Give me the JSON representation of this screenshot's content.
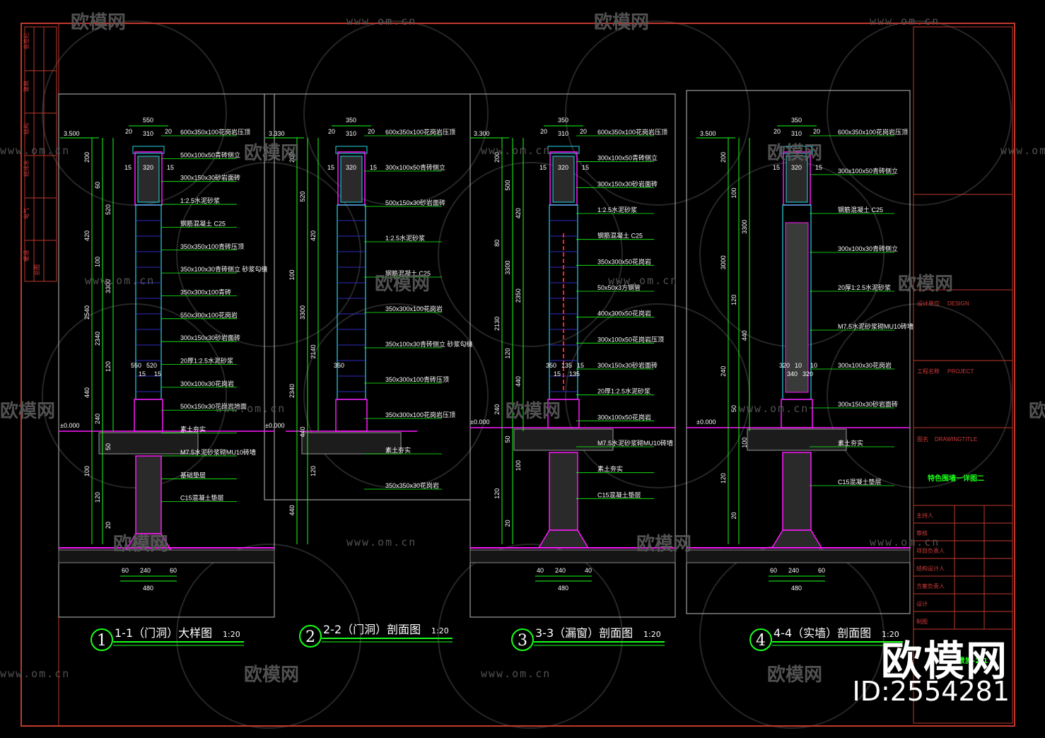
{
  "watermark": {
    "brand": "欧模网",
    "url": "www.om.cn",
    "id_label": "ID:2554281"
  },
  "colors": {
    "background": "#000000",
    "frame": "#c0392b",
    "white_line": "#ffffff",
    "green": "#19ff19",
    "cyan": "#29d6e6",
    "magenta": "#ff19ff",
    "blue": "#3a3aff",
    "red": "#ff2020"
  },
  "sections": [
    {
      "number": "1",
      "title": "1-1（门洞）大样图",
      "scale": "1:20",
      "elev_top": "3.500",
      "elev_ground": "±0.000",
      "top_dims": [
        "550",
        "20",
        "310",
        "20",
        "15",
        "320",
        "15"
      ],
      "vert_dims": [
        "200",
        "60",
        "520",
        "420",
        "100",
        "3300",
        "2540",
        "2340",
        "120",
        "440",
        "240",
        "50",
        "100",
        "120",
        "20"
      ],
      "mid_dims": [
        "550",
        "15",
        "520",
        "15"
      ],
      "bottom_dims": [
        "60",
        "240",
        "60",
        "480"
      ],
      "notes": [
        "600x350x100花岗岩压顶",
        "500x100x50青砖侧立",
        "300x150x30砂岩面砖",
        "1:2.5水泥砂浆",
        "钢筋混凝土 C25",
        "350x350x100青砖压顶",
        "350x100x30青砖侧立 砂浆勾缝",
        "350x300x100青砖",
        "550x300x100花岗岩",
        "300x150x30砂岩面砖",
        "20厚1:2.5水泥砂浆",
        "300x100x30花岗岩",
        "500x150x30花岗岩地面",
        "素土夯实",
        "M7.5水泥砂浆砌MU10砖墙",
        "基础垫层",
        "C15混凝土垫层"
      ]
    },
    {
      "number": "2",
      "title": "2-2（门洞）剖面图",
      "scale": "1:20",
      "elev_top": "3.330",
      "elev_ground": "±0.000",
      "top_dims": [
        "350",
        "20",
        "310",
        "20",
        "15",
        "320",
        "15"
      ],
      "vert_dims": [
        "200",
        "520",
        "420",
        "100",
        "3300",
        "2140",
        "2340",
        "440",
        "120",
        "440"
      ],
      "mid_dims": [
        "350"
      ],
      "bottom_dims": [],
      "notes": [
        "600x350x100花岗岩压顶",
        "300x100x50青砖侧立",
        "500x150x30砂岩面砖",
        "1:2.5水泥砂浆",
        "钢筋混凝土 C25",
        "350x300x100花岗岩",
        "350x100x30青砖侧立 砂浆勾缝",
        "350x300x100青砖压顶",
        "350x300x100花岗岩压顶",
        "素土夯实",
        "350x350x30花岗岩"
      ]
    },
    {
      "number": "3",
      "title": "3-3（漏窗）剖面图",
      "scale": "1:20",
      "elev_top": "3.300",
      "elev_ground": "±0.000",
      "top_dims": [
        "350",
        "20",
        "310",
        "20",
        "15",
        "320",
        "15"
      ],
      "vert_dims": [
        "200",
        "500",
        "420",
        "80",
        "3300",
        "2350",
        "2130",
        "120",
        "440",
        "240",
        "50",
        "100",
        "120",
        "20"
      ],
      "mid_dims": [
        "350",
        "15",
        "135",
        "135",
        "15"
      ],
      "bottom_dims": [
        "40",
        "240",
        "40",
        "480"
      ],
      "notes": [
        "600x350x100花岗岩压顶",
        "300x100x50青砖侧立",
        "300x150x30砂岩面砖",
        "1:2.5水泥砂浆",
        "钢筋混凝土 C25",
        "350x300x50花岗岩",
        "50x50x3方钢管",
        "400x300x50花岗岩",
        "300x100x50花岗岩压顶",
        "300x150x30砂岩面砖",
        "20厚1:2.5水泥砂浆",
        "300x100x50花岗岩",
        "M7.5水泥砂浆砌MU10砖墙",
        "素土夯实",
        "C15混凝土垫层"
      ]
    },
    {
      "number": "4",
      "title": "4-4（实墙）剖面图",
      "scale": "1:20",
      "elev_top": "3.500",
      "elev_ground": "±0.000",
      "top_dims": [
        "350",
        "20",
        "310",
        "20",
        "15",
        "320",
        "15"
      ],
      "vert_dims": [
        "200",
        "100",
        "3300",
        "3000",
        "120",
        "440",
        "240",
        "50",
        "100",
        "120",
        "20"
      ],
      "mid_dims": [
        "320",
        "340",
        "10",
        "320",
        "10"
      ],
      "bottom_dims": [
        "60",
        "240",
        "60",
        "480"
      ],
      "notes": [
        "600x350x100花岗岩压顶",
        "300x100x50青砖侧立",
        "钢筋混凝土 C25",
        "300x100x30青砖侧立",
        "20厚1:2.5水泥砂浆",
        "M7.5水泥砂浆砌MU10砖墙",
        "300x100x30花岗岩",
        "300x150x30砂岩面砖",
        "素土夯实",
        "C15混凝土垫层"
      ]
    }
  ],
  "title_block": {
    "design_unit": "设计单位",
    "design_unit_en": "DESIGN",
    "project_label": "工程名称",
    "project_en": "PROJECT",
    "drawing_label": "图名",
    "drawing_en": "DRAWINGTITLE",
    "drawing_title": "特色围墙一详图二",
    "rows": [
      "主持人",
      "审核",
      "项目负责人",
      "结构设计人",
      "方案负责人",
      "设计",
      "制图"
    ],
    "sheet_no": "景施-2-1"
  },
  "left_strip_labels": [
    "会签栏",
    "建筑",
    "结构",
    "给排水",
    "电气",
    "暖通",
    "总图"
  ]
}
